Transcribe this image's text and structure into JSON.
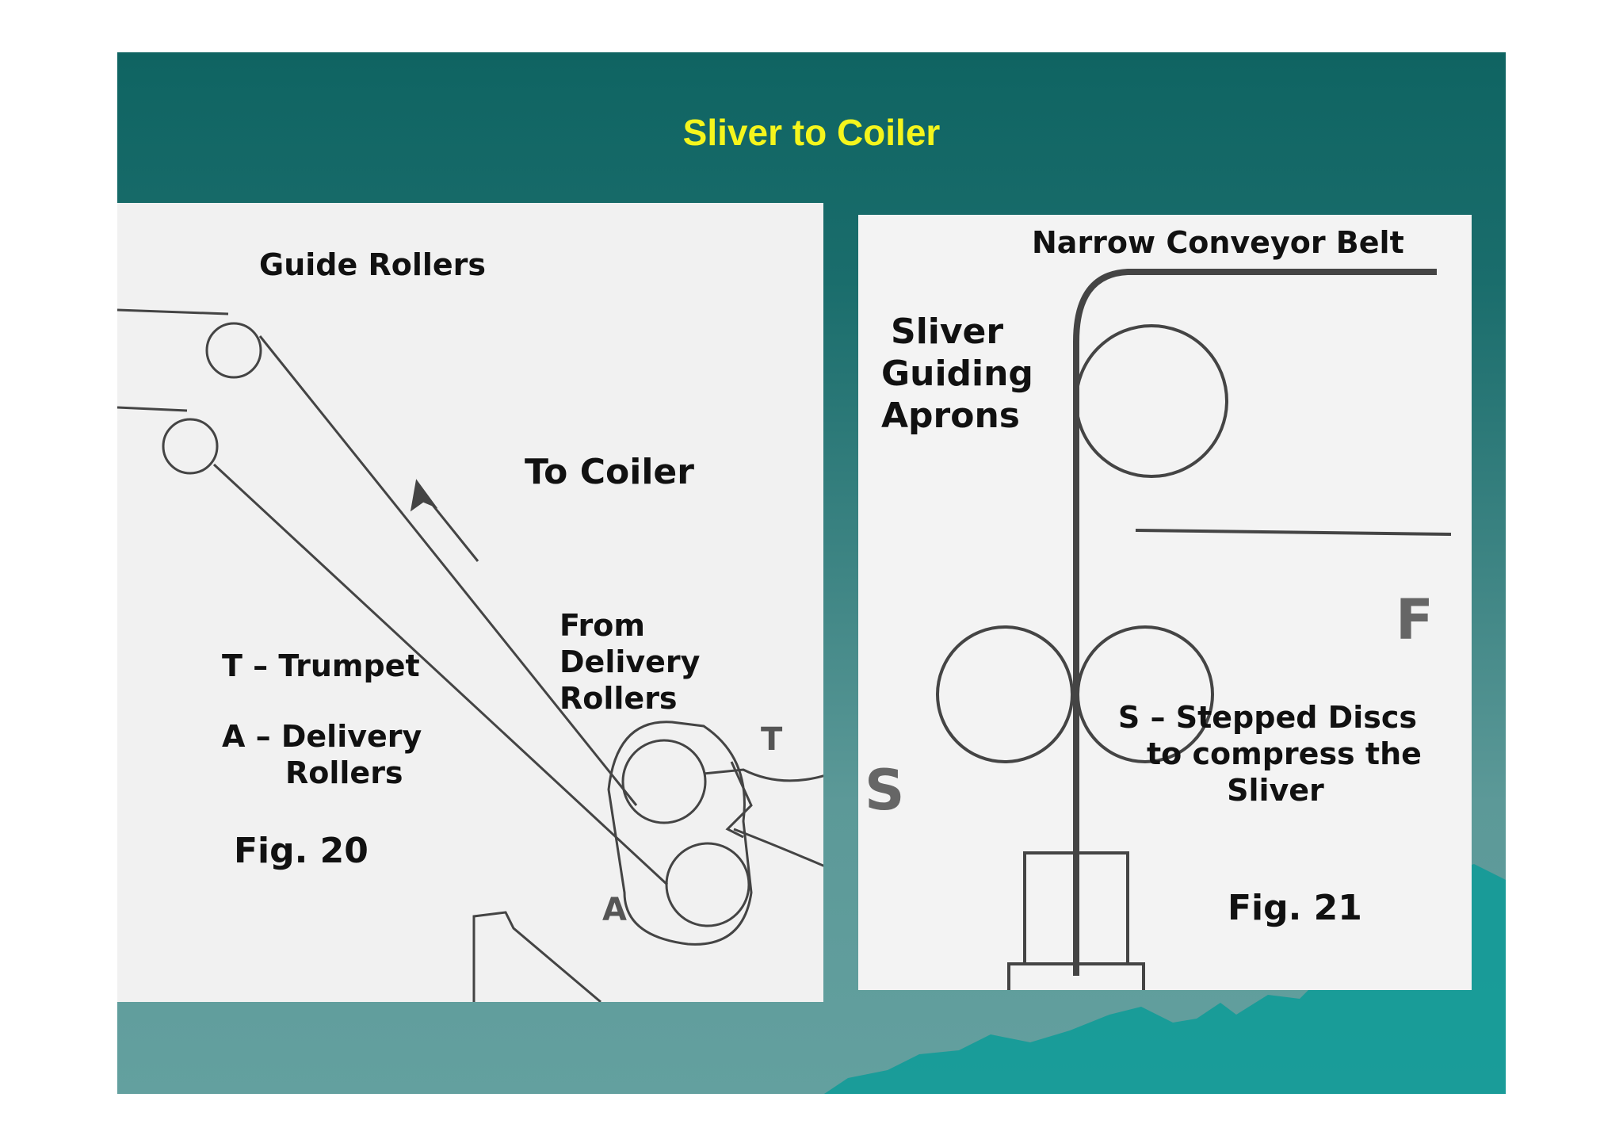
{
  "slide": {
    "title": "Sliver to Coiler",
    "title_color": "#f5f51c",
    "background_color": "#1f6e6c"
  },
  "fig20": {
    "guide_rollers": "Guide Rollers",
    "to_coiler": "To Coiler",
    "from_delivery": [
      "From",
      "Delivery",
      "Rollers"
    ],
    "legend_t": "T – Trumpet",
    "legend_a": [
      "A – Delivery",
      "Rollers"
    ],
    "caption": "Fig. 20",
    "letter_t": "T",
    "letter_a": "A"
  },
  "fig21": {
    "conveyor": "Narrow Conveyor Belt",
    "aprons": [
      "Sliver",
      "Guiding",
      "Aprons"
    ],
    "stepped_discs": [
      "S – Stepped Discs",
      "to compress the",
      "Sliver"
    ],
    "caption": "Fig. 21",
    "letter_s": "S",
    "letter_f": "F"
  }
}
